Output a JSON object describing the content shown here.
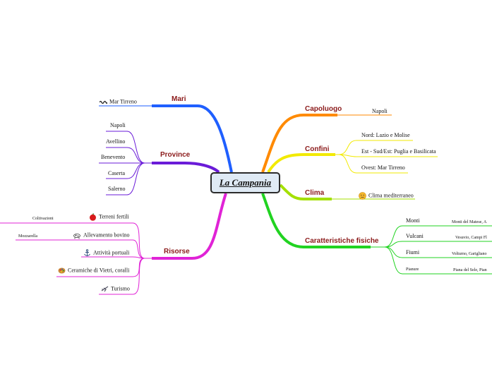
{
  "central": "La Campania",
  "branches": {
    "mari": {
      "label": "Mari",
      "items": [
        "Mar Tirreno"
      ]
    },
    "province": {
      "label": "Province",
      "items": [
        "Napoli",
        "Avellino",
        "Benevento",
        "Caserta",
        "Salerno"
      ]
    },
    "risorse": {
      "label": "Risorse",
      "items": [
        "Terreni fertili",
        "Allevamento bovino",
        "Attività portuali",
        "Ceramiche di Vietri, coralli",
        "Turismo"
      ],
      "details": [
        "Coltivazioni",
        "Mozzarella"
      ]
    },
    "capoluogo": {
      "label": "Capoluogo",
      "items": [
        "Napoli"
      ]
    },
    "confini": {
      "label": "Confini",
      "items": [
        "Nord: Lazio e Molise",
        "Est - Sud/Est: Puglia e Basilicata",
        "Ovest: Mar Tirreno"
      ]
    },
    "clima": {
      "label": "Clima",
      "items": [
        "Clima mediterraneo"
      ]
    },
    "caratteristiche": {
      "label": "Caratteristiche fisiche",
      "items": [
        "Monti",
        "Vulcani",
        "Fiumi",
        "Pianure"
      ],
      "details": [
        "Monti del Matese, A",
        "Vesuvio, Campi Fl",
        "Volturno, Garigliano",
        "Piana del Sele, Pian"
      ]
    }
  },
  "icons": [
    "wave-icon",
    "apple-icon",
    "cow-icon",
    "anchor-icon",
    "palette-icon",
    "airplane-icon",
    "sun-smiley-icon"
  ],
  "colors": {
    "mari": "#1f5fff",
    "province": "#6a1bd8",
    "risorse": "#e023d6",
    "capoluogo": "#ff8a00",
    "confini": "#f2ea00",
    "clima": "#a4e000",
    "caratteristiche": "#21d321"
  }
}
